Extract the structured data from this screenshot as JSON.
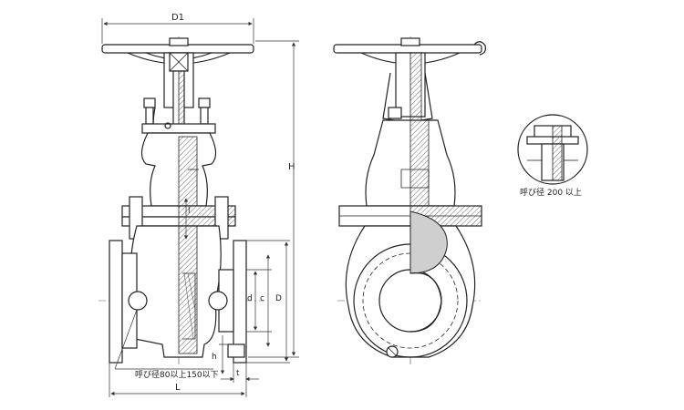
{
  "labels": {
    "d1": "D1",
    "h": "H",
    "l_inner": "l",
    "d_small": "d",
    "c": "c",
    "d_big": "D",
    "h_small": "h",
    "t": "t",
    "l_length": "L",
    "note_left": "呼び径80以上150以下",
    "note_detail": "呼び径 200 以上"
  }
}
